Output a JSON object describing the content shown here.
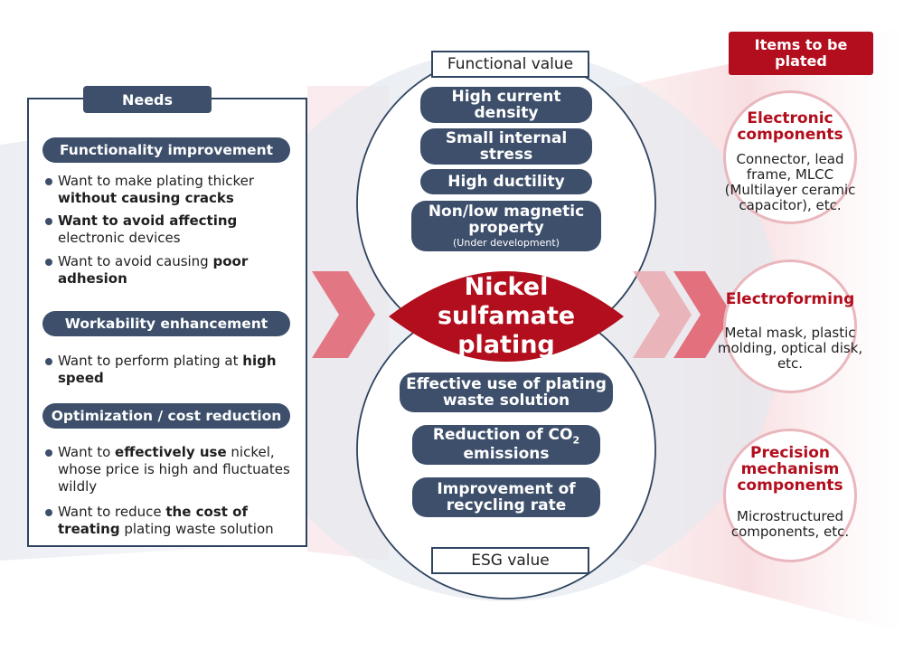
{
  "needs": {
    "title": "Needs",
    "groups": [
      {
        "heading": "Functionality improvement",
        "bullets": [
          {
            "pre": "Want to make plating thicker ",
            "bold": "without causing cracks",
            "post": ""
          },
          {
            "pre": "",
            "bold": "Want to avoid affecting",
            "post": " electronic devices"
          },
          {
            "pre": "Want to avoid causing ",
            "bold": "poor adhesion",
            "post": ""
          }
        ]
      },
      {
        "heading": "Workability enhancement",
        "bullets": [
          {
            "pre": "Want to perform plating at ",
            "bold": "high speed",
            "post": ""
          }
        ]
      },
      {
        "heading": "Optimization / cost reduction",
        "bullets": [
          {
            "pre": "Want to ",
            "bold": "effectively use",
            "post": " nickel, whose price is high and fluctuates wildly"
          },
          {
            "pre": "Want to reduce ",
            "bold": "the cost of treating",
            "post": " plating waste solution"
          }
        ]
      }
    ]
  },
  "center": {
    "functional_label": "Functional value",
    "esg_label": "ESG value",
    "core": "Nickel sulfamate plating",
    "functional_features": [
      {
        "text": "High current density"
      },
      {
        "text": "Small internal stress"
      },
      {
        "text": "High ductility"
      },
      {
        "text": "Non/low magnetic property",
        "note": "(Under development)"
      }
    ],
    "esg_features": [
      {
        "text": "Effective use of plating waste solution"
      },
      {
        "text": "Reduction of CO",
        "sub": "2",
        "after": " emissions"
      },
      {
        "text": "Improvement of recycling rate"
      }
    ]
  },
  "items": {
    "title": "Items to be plated",
    "list": [
      {
        "title": "Electronic components",
        "desc": "Connector, lead frame, MLCC (Multilayer ceramic capacitor), etc."
      },
      {
        "title": "Electroforming",
        "desc": "Metal mask, plastic molding, optical disk, etc."
      },
      {
        "title": "Precision mechanism components",
        "desc": "Microstructured components, etc."
      }
    ]
  },
  "colors": {
    "navy": "#3d4f6b",
    "red": "#b20e1d",
    "pink": "#e9b7bd"
  }
}
